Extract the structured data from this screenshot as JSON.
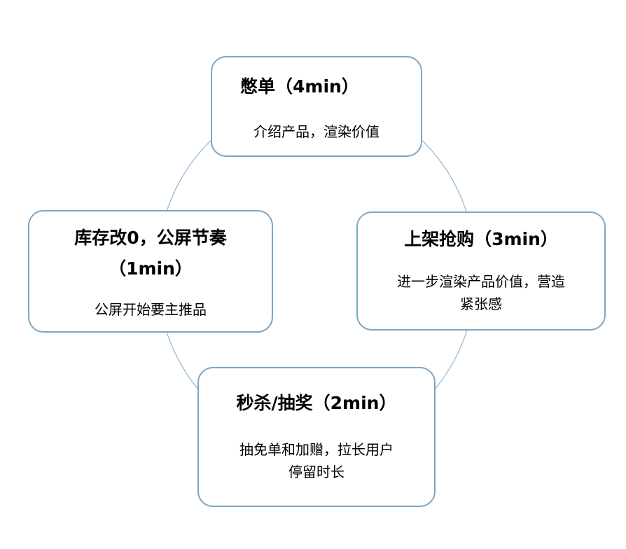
{
  "diagram": {
    "colors": {
      "border": "#7aa6c7",
      "ring": "#8fb6d4",
      "text": "#000000"
    },
    "stages": {
      "top": {
        "title": "憋单（4min）",
        "desc": [
          "介绍产品，渲染价值"
        ]
      },
      "right": {
        "title": "上架抢购（3min）",
        "desc": [
          "进一步渲染产品价值，营造",
          "紧张感"
        ]
      },
      "bottom": {
        "title": "秒杀/抽奖（2min）",
        "desc": [
          "抽免单和加赠，拉长用户",
          "停留时长"
        ]
      },
      "left": {
        "title_lines": [
          "库存改0，公屏节奏",
          "（1min）"
        ],
        "desc": [
          "公屏开始要主推品"
        ]
      }
    }
  }
}
